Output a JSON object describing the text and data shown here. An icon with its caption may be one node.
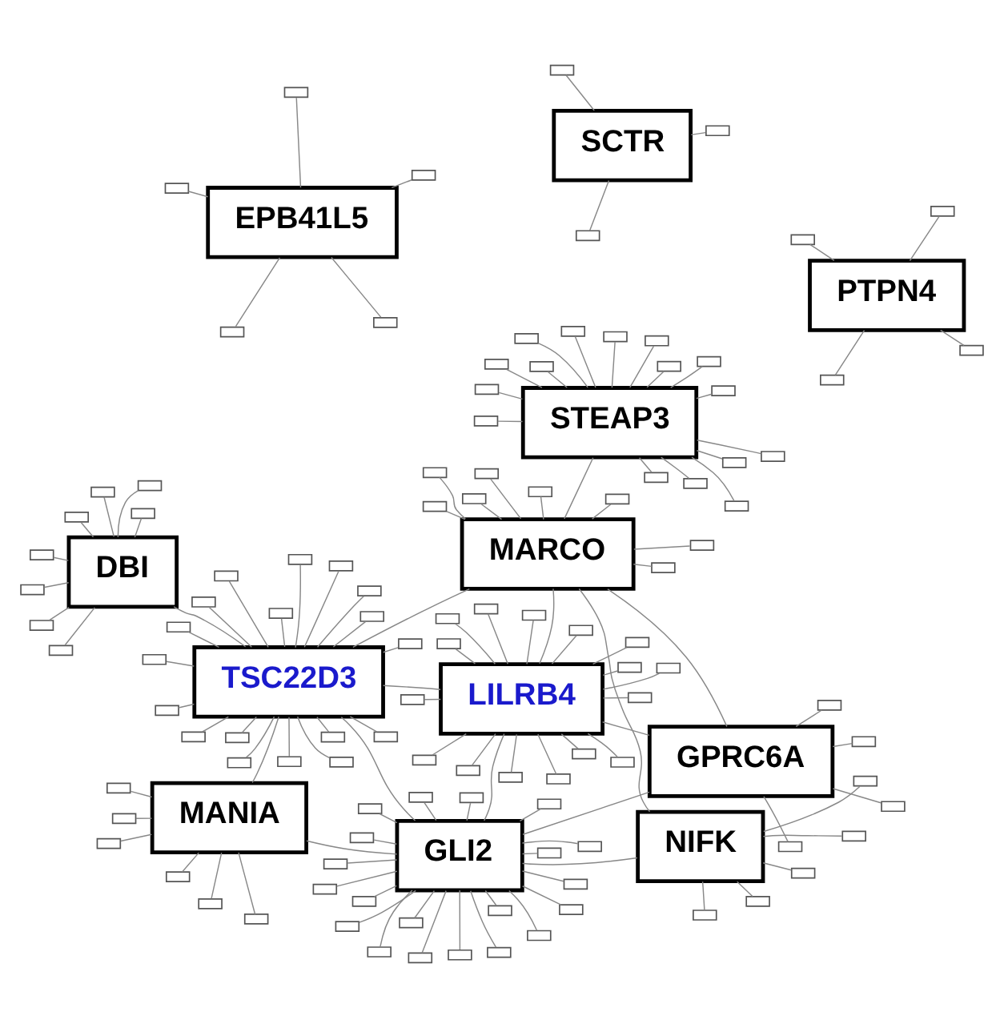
{
  "diagram": {
    "nodes": [
      {
        "text": [
          "EPB41L5"
        ]
      },
      {
        "text": [
          "PTPN4"
        ]
      },
      {
        "text": [
          "GLI2"
        ]
      },
      {
        "text": [
          "SCTR"
        ]
      },
      {
        "text": [
          "NIFK"
        ]
      },
      {
        "text": [
          "MANIA"
        ]
      },
      {
        "text": [
          "STEAP3"
        ]
      },
      {
        "text": [
          "DBI"
        ]
      },
      {
        "text": [
          "GPRC6A"
        ]
      },
      {
        "text": [
          "TSC22D3"
        ]
      },
      {
        "text": [
          "MARCO"
        ]
      },
      {
        "text": [
          "LILRB4"
        ]
      },
      {
        "text": [],
        "shape": "box"
      },
      {
        "text": [],
        "shape": "box"
      },
      {
        "text": [],
        "shape": "box"
      },
      {
        "text": [],
        "shape": "box"
      },
      {
        "text": [],
        "shape": "box"
      },
      {
        "text": [],
        "shape": "box"
      },
      {
        "text": [],
        "shape": "box"
      },
      {
        "text": [],
        "shape": "box"
      },
      {
        "text": [],
        "shape": "box"
      },
      {
        "text": [],
        "shape": "box"
      },
      {
        "text": [],
        "shape": "box"
      },
      {
        "text": [],
        "shape": "box"
      },
      {
        "text": [],
        "shape": "box"
      },
      {
        "text": [],
        "shape": "box"
      },
      {
        "text": [],
        "shape": "box"
      },
      {
        "text": [],
        "shape": "box"
      },
      {
        "text": [],
        "shape": "box"
      },
      {
        "text": [],
        "shape": "box"
      },
      {
        "text": [],
        "shape": "box"
      },
      {
        "text": [],
        "shape": "box"
      },
      {
        "text": [],
        "shape": "box"
      },
      {
        "text": [],
        "shape": "box"
      },
      {
        "text": [],
        "shape": "box"
      },
      {
        "text": [],
        "shape": "box"
      },
      {
        "text": [],
        "shape": "box"
      },
      {
        "text": [],
        "shape": "box"
      },
      {
        "text": [],
        "shape": "box"
      },
      {
        "text": [],
        "shape": "box"
      },
      {
        "text": [],
        "shape": "box"
      },
      {
        "text": [],
        "shape": "box"
      },
      {
        "text": [],
        "shape": "box"
      },
      {
        "text": [],
        "shape": "box"
      },
      {
        "text": [],
        "shape": "box"
      },
      {
        "text": [],
        "shape": "box"
      },
      {
        "text": [],
        "shape": "box"
      },
      {
        "text": [],
        "shape": "box"
      },
      {
        "text": [],
        "shape": "box"
      },
      {
        "text": [],
        "shape": "box"
      },
      {
        "text": [],
        "shape": "box"
      },
      {
        "text": [],
        "shape": "box"
      },
      {
        "text": [],
        "shape": "box"
      },
      {
        "text": [],
        "shape": "box"
      },
      {
        "text": [],
        "shape": "box"
      },
      {
        "text": [],
        "shape": "box"
      },
      {
        "text": [],
        "shape": "box"
      },
      {
        "text": [],
        "shape": "box"
      },
      {
        "text": [],
        "shape": "box"
      },
      {
        "text": [],
        "shape": "box"
      },
      {
        "text": [],
        "shape": "box"
      },
      {
        "text": [],
        "shape": "box"
      },
      {
        "text": [],
        "shape": "box"
      },
      {
        "text": [],
        "shape": "box"
      },
      {
        "text": [],
        "shape": "box"
      },
      {
        "text": [],
        "shape": "box"
      },
      {
        "text": [],
        "shape": "box"
      },
      {
        "text": [],
        "shape": "box"
      },
      {
        "text": [],
        "shape": "box"
      },
      {
        "text": [],
        "shape": "box"
      },
      {
        "text": [],
        "shape": "box"
      },
      {
        "text": [],
        "shape": "box"
      },
      {
        "text": [],
        "shape": "box"
      },
      {
        "text": [],
        "shape": "box"
      },
      {
        "text": [],
        "shape": "box"
      },
      {
        "text": [],
        "shape": "box"
      },
      {
        "text": [],
        "shape": "box"
      },
      {
        "text": [],
        "shape": "box"
      },
      {
        "text": [],
        "shape": "box"
      },
      {
        "text": [],
        "shape": "box"
      },
      {
        "text": [],
        "shape": "box"
      },
      {
        "text": [],
        "shape": "box"
      },
      {
        "text": [],
        "shape": "box"
      },
      {
        "text": [],
        "shape": "box"
      },
      {
        "text": [],
        "shape": "box"
      },
      {
        "text": [],
        "shape": "box"
      },
      {
        "text": [],
        "shape": "box"
      },
      {
        "text": [],
        "shape": "box"
      },
      {
        "text": [],
        "shape": "box"
      },
      {
        "text": [],
        "shape": "box"
      },
      {
        "text": [],
        "shape": "box"
      },
      {
        "text": [],
        "shape": "box"
      },
      {
        "text": [],
        "shape": "box"
      },
      {
        "text": [],
        "shape": "box"
      },
      {
        "text": [],
        "shape": "box"
      },
      {
        "text": [],
        "shape": "box"
      },
      {
        "text": [],
        "shape": "box"
      },
      {
        "text": [],
        "shape": "box"
      },
      {
        "text": [],
        "shape": "box"
      },
      {
        "text": [],
        "shape": "box"
      },
      {
        "text": [],
        "shape": "box"
      },
      {
        "text": [],
        "shape": "box"
      },
      {
        "text": [],
        "shape": "box"
      },
      {
        "text": [],
        "shape": "box"
      },
      {
        "text": [],
        "shape": "box"
      },
      {
        "text": [],
        "shape": "box"
      },
      {
        "text": [],
        "shape": "box"
      },
      {
        "text": [],
        "shape": "box"
      },
      {
        "text": [],
        "shape": "box"
      },
      {
        "text": [],
        "shape": "box"
      },
      {
        "text": [],
        "shape": "box"
      },
      {
        "text": [],
        "shape": "box"
      },
      {
        "text": [],
        "shape": "box"
      },
      {
        "text": [],
        "shape": "box"
      },
      {
        "text": [],
        "shape": "box"
      },
      {
        "text": [],
        "shape": "box"
      },
      {
        "text": [],
        "shape": "box"
      },
      {
        "text": [],
        "shape": "box"
      },
      {
        "text": [],
        "shape": "box"
      },
      {
        "text": [],
        "shape": "box"
      },
      {
        "text": [],
        "shape": "box"
      },
      {
        "text": [],
        "shape": "box"
      },
      {
        "text": [],
        "shape": "box"
      },
      {
        "text": [],
        "shape": "box"
      },
      {
        "text": [],
        "shape": "box"
      }
    ],
    "edges": [
      {
        "from": 2,
        "to": 4,
        "arrow": "none"
      },
      {
        "from": 2,
        "to": 5,
        "arrow": "none"
      },
      {
        "from": 2,
        "to": 8,
        "arrow": "none"
      },
      {
        "from": 2,
        "to": 9,
        "arrow": "none"
      },
      {
        "from": 2,
        "to": 11,
        "arrow": "none"
      },
      {
        "from": 9,
        "to": 5,
        "arrow": "none"
      },
      {
        "from": 9,
        "to": 7,
        "arrow": "none"
      },
      {
        "from": 9,
        "to": 10,
        "arrow": "none"
      },
      {
        "from": 9,
        "to": 11,
        "arrow": "none"
      },
      {
        "from": 6,
        "to": 10,
        "arrow": "none"
      },
      {
        "from": 8,
        "to": 10,
        "arrow": "none"
      },
      {
        "from": 10,
        "to": 11,
        "arrow": "none"
      },
      {
        "from": 4,
        "to": 10,
        "arrow": "none"
      },
      {
        "from": 8,
        "to": 11,
        "arrow": "none"
      },
      {
        "from": 0,
        "to": 12,
        "arrow": "none"
      },
      {
        "from": 0,
        "to": 13,
        "arrow": "none"
      },
      {
        "from": 0,
        "to": 14,
        "arrow": "none"
      },
      {
        "from": 0,
        "to": 15,
        "arrow": "none"
      },
      {
        "from": 0,
        "to": 16,
        "arrow": "none"
      },
      {
        "from": 1,
        "to": 17,
        "arrow": "none"
      },
      {
        "from": 1,
        "to": 18,
        "arrow": "none"
      },
      {
        "from": 1,
        "to": 19,
        "arrow": "none"
      },
      {
        "from": 1,
        "to": 20,
        "arrow": "none"
      },
      {
        "from": 2,
        "to": 21,
        "arrow": "none"
      },
      {
        "from": 2,
        "to": 22,
        "arrow": "none"
      },
      {
        "from": 2,
        "to": 23,
        "arrow": "none"
      },
      {
        "from": 2,
        "to": 24,
        "arrow": "none"
      },
      {
        "from": 2,
        "to": 25,
        "arrow": "none"
      },
      {
        "from": 2,
        "to": 26,
        "arrow": "none"
      },
      {
        "from": 2,
        "to": 27,
        "arrow": "none"
      },
      {
        "from": 2,
        "to": 28,
        "arrow": "none"
      },
      {
        "from": 2,
        "to": 29,
        "arrow": "none"
      },
      {
        "from": 2,
        "to": 30,
        "arrow": "none"
      },
      {
        "from": 2,
        "to": 31,
        "arrow": "none"
      },
      {
        "from": 2,
        "to": 32,
        "arrow": "none"
      },
      {
        "from": 2,
        "to": 33,
        "arrow": "none"
      },
      {
        "from": 2,
        "to": 34,
        "arrow": "none"
      },
      {
        "from": 2,
        "to": 35,
        "arrow": "none"
      },
      {
        "from": 2,
        "to": 36,
        "arrow": "none"
      },
      {
        "from": 2,
        "to": 37,
        "arrow": "none"
      },
      {
        "from": 2,
        "to": 38,
        "arrow": "none"
      },
      {
        "from": 2,
        "to": 39,
        "arrow": "none"
      },
      {
        "from": 2,
        "to": 40,
        "arrow": "none"
      },
      {
        "from": 3,
        "to": 41,
        "arrow": "none"
      },
      {
        "from": 3,
        "to": 42,
        "arrow": "none"
      },
      {
        "from": 3,
        "to": 43,
        "arrow": "none"
      },
      {
        "from": 4,
        "to": 44,
        "arrow": "none"
      },
      {
        "from": 4,
        "to": 45,
        "arrow": "none"
      },
      {
        "from": 4,
        "to": 46,
        "arrow": "none"
      },
      {
        "from": 4,
        "to": 47,
        "arrow": "none"
      },
      {
        "from": 4,
        "to": 48,
        "arrow": "none"
      },
      {
        "from": 5,
        "to": 49,
        "arrow": "none"
      },
      {
        "from": 5,
        "to": 50,
        "arrow": "none"
      },
      {
        "from": 5,
        "to": 51,
        "arrow": "none"
      },
      {
        "from": 5,
        "to": 52,
        "arrow": "none"
      },
      {
        "from": 5,
        "to": 53,
        "arrow": "none"
      },
      {
        "from": 5,
        "to": 54,
        "arrow": "none"
      },
      {
        "from": 6,
        "to": 55,
        "arrow": "none"
      },
      {
        "from": 6,
        "to": 56,
        "arrow": "none"
      },
      {
        "from": 6,
        "to": 57,
        "arrow": "none"
      },
      {
        "from": 6,
        "to": 58,
        "arrow": "none"
      },
      {
        "from": 6,
        "to": 59,
        "arrow": "none"
      },
      {
        "from": 6,
        "to": 60,
        "arrow": "none"
      },
      {
        "from": 6,
        "to": 61,
        "arrow": "none"
      },
      {
        "from": 6,
        "to": 62,
        "arrow": "none"
      },
      {
        "from": 6,
        "to": 63,
        "arrow": "none"
      },
      {
        "from": 6,
        "to": 64,
        "arrow": "none"
      },
      {
        "from": 6,
        "to": 65,
        "arrow": "none"
      },
      {
        "from": 6,
        "to": 66,
        "arrow": "none"
      },
      {
        "from": 6,
        "to": 67,
        "arrow": "none"
      },
      {
        "from": 6,
        "to": 68,
        "arrow": "none"
      },
      {
        "from": 6,
        "to": 69,
        "arrow": "none"
      },
      {
        "from": 6,
        "to": 70,
        "arrow": "none"
      },
      {
        "from": 7,
        "to": 71,
        "arrow": "none"
      },
      {
        "from": 7,
        "to": 72,
        "arrow": "none"
      },
      {
        "from": 7,
        "to": 73,
        "arrow": "none"
      },
      {
        "from": 7,
        "to": 74,
        "arrow": "none"
      },
      {
        "from": 7,
        "to": 75,
        "arrow": "none"
      },
      {
        "from": 7,
        "to": 76,
        "arrow": "none"
      },
      {
        "from": 7,
        "to": 77,
        "arrow": "none"
      },
      {
        "from": 7,
        "to": 78,
        "arrow": "none"
      },
      {
        "from": 8,
        "to": 79,
        "arrow": "none"
      },
      {
        "from": 8,
        "to": 80,
        "arrow": "none"
      },
      {
        "from": 8,
        "to": 81,
        "arrow": "none"
      },
      {
        "from": 8,
        "to": 82,
        "arrow": "none"
      },
      {
        "from": 9,
        "to": 83,
        "arrow": "none"
      },
      {
        "from": 9,
        "to": 84,
        "arrow": "none"
      },
      {
        "from": 9,
        "to": 85,
        "arrow": "none"
      },
      {
        "from": 9,
        "to": 86,
        "arrow": "none"
      },
      {
        "from": 9,
        "to": 87,
        "arrow": "none"
      },
      {
        "from": 9,
        "to": 88,
        "arrow": "none"
      },
      {
        "from": 9,
        "to": 89,
        "arrow": "none"
      },
      {
        "from": 9,
        "to": 90,
        "arrow": "none"
      },
      {
        "from": 9,
        "to": 91,
        "arrow": "none"
      },
      {
        "from": 9,
        "to": 92,
        "arrow": "none"
      },
      {
        "from": 9,
        "to": 93,
        "arrow": "none"
      },
      {
        "from": 9,
        "to": 94,
        "arrow": "none"
      },
      {
        "from": 9,
        "to": 95,
        "arrow": "none"
      },
      {
        "from": 9,
        "to": 96,
        "arrow": "none"
      },
      {
        "from": 9,
        "to": 97,
        "arrow": "none"
      },
      {
        "from": 9,
        "to": 98,
        "arrow": "none"
      },
      {
        "from": 9,
        "to": 99,
        "arrow": "none"
      },
      {
        "from": 9,
        "to": 100,
        "arrow": "none"
      },
      {
        "from": 10,
        "to": 101,
        "arrow": "none"
      },
      {
        "from": 10,
        "to": 102,
        "arrow": "none"
      },
      {
        "from": 10,
        "to": 103,
        "arrow": "none"
      },
      {
        "from": 10,
        "to": 104,
        "arrow": "none"
      },
      {
        "from": 10,
        "to": 105,
        "arrow": "none"
      },
      {
        "from": 10,
        "to": 106,
        "arrow": "none"
      },
      {
        "from": 10,
        "to": 107,
        "arrow": "none"
      },
      {
        "from": 10,
        "to": 108,
        "arrow": "none"
      },
      {
        "from": 11,
        "to": 109,
        "arrow": "none"
      },
      {
        "from": 11,
        "to": 110,
        "arrow": "none"
      },
      {
        "from": 11,
        "to": 111,
        "arrow": "none"
      },
      {
        "from": 11,
        "to": 112,
        "arrow": "none"
      },
      {
        "from": 11,
        "to": 113,
        "arrow": "none"
      },
      {
        "from": 11,
        "to": 114,
        "arrow": "none"
      },
      {
        "from": 11,
        "to": 115,
        "arrow": "none"
      },
      {
        "from": 11,
        "to": 116,
        "arrow": "none"
      },
      {
        "from": 11,
        "to": 117,
        "arrow": "none"
      },
      {
        "from": 11,
        "to": 118,
        "arrow": "none"
      },
      {
        "from": 11,
        "to": 119,
        "arrow": "none"
      },
      {
        "from": 11,
        "to": 120,
        "arrow": "none"
      },
      {
        "from": 11,
        "to": 121,
        "arrow": "none"
      },
      {
        "from": 11,
        "to": 122,
        "arrow": "none"
      },
      {
        "from": 11,
        "to": 123,
        "arrow": "none"
      },
      {
        "from": 11,
        "to": 124,
        "arrow": "none"
      }
    ]
  }
}
